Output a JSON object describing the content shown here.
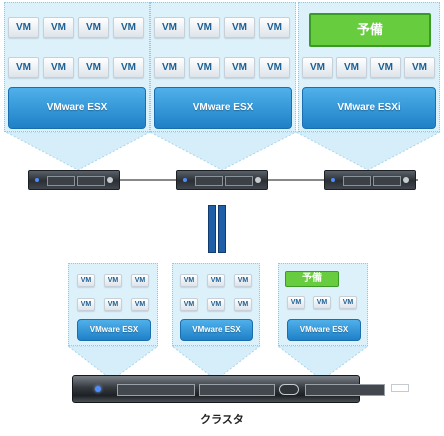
{
  "diagram": {
    "top_hosts": [
      {
        "spare": null,
        "vm_rows": [
          [
            "VM",
            "VM",
            "VM",
            "VM"
          ],
          [
            "VM",
            "VM",
            "VM",
            "VM"
          ]
        ],
        "hypervisor": "VMware ESX"
      },
      {
        "spare": null,
        "vm_rows": [
          [
            "VM",
            "VM",
            "VM",
            "VM"
          ],
          [
            "VM",
            "VM",
            "VM",
            "VM"
          ]
        ],
        "hypervisor": "VMware ESX"
      },
      {
        "spare": "予備",
        "vm_rows": [
          [
            "VM",
            "VM",
            "VM",
            "VM"
          ]
        ],
        "hypervisor": "VMware ESXi"
      }
    ],
    "cluster_hosts": [
      {
        "spare": null,
        "vm_rows": [
          [
            "VM",
            "VM",
            "VM"
          ],
          [
            "VM",
            "VM",
            "VM"
          ]
        ],
        "hypervisor": "VMware ESX"
      },
      {
        "spare": null,
        "vm_rows": [
          [
            "VM",
            "VM",
            "VM"
          ],
          [
            "VM",
            "VM",
            "VM"
          ]
        ],
        "hypervisor": "VMware ESX"
      },
      {
        "spare": "予備",
        "vm_rows": [
          [
            "VM",
            "VM",
            "VM"
          ]
        ],
        "hypervisor": "VMware ESX"
      }
    ],
    "cluster_label": "クラスタ"
  }
}
